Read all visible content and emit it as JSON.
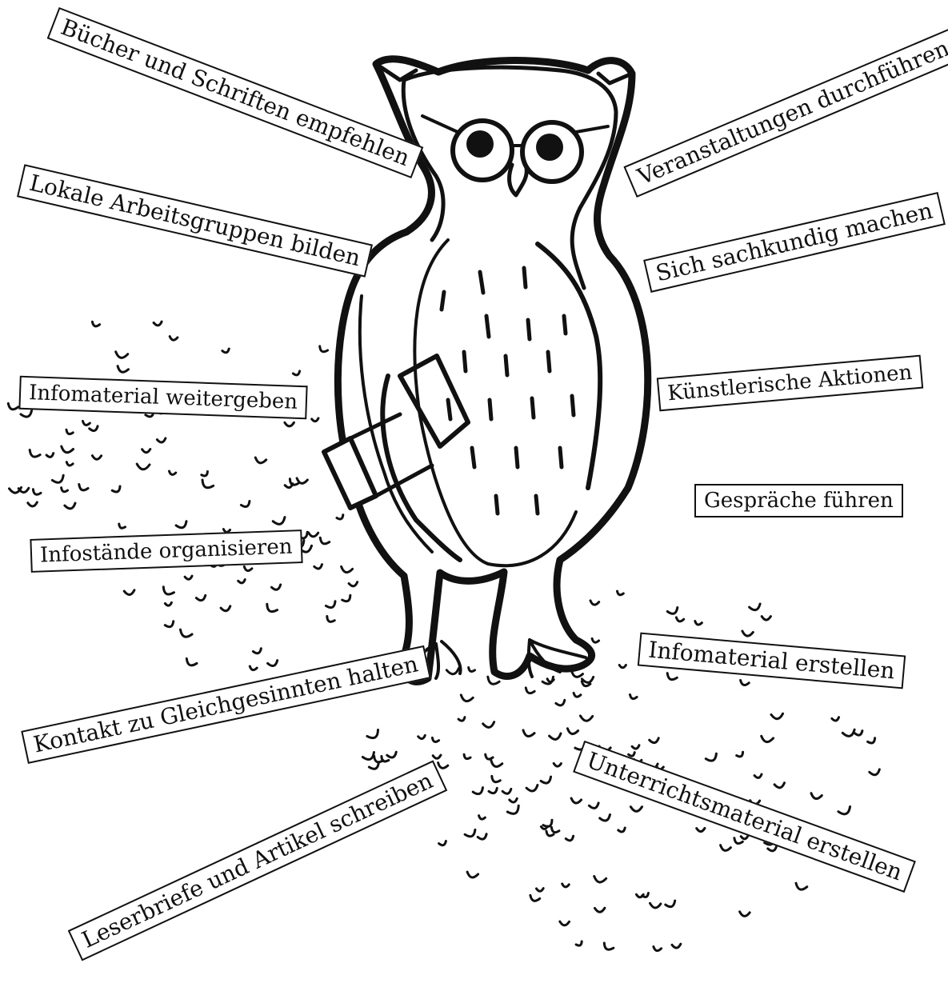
{
  "labels": {
    "buecher": "Bücher und Schriften empfehlen",
    "arbeitsgruppen": "Lokale Arbeitsgruppen bilden",
    "infomaterial_weitergeben": "Infomaterial weitergeben",
    "infostaende": "Infostände organisieren",
    "kontakt": "Kontakt zu Gleichgesinnten halten",
    "leserbriefe": "Leserbriefe und Artikel schreiben",
    "veranstaltungen": "Veranstaltungen durchführen",
    "sachkundig": "Sich sachkundig machen",
    "kuenstlerisch": "Künstlerische Aktionen",
    "gespraeche": "Gespräche führen",
    "infomaterial_erstellen": "Infomaterial erstellen",
    "unterrichtsmaterial": "Unterrichtsmaterial erstellen"
  },
  "illustration": {
    "subject": "owl-with-glasses-holding-book",
    "style": "black-ink line drawing",
    "ink_color": "#111111",
    "paper_color": "#ffffff"
  }
}
